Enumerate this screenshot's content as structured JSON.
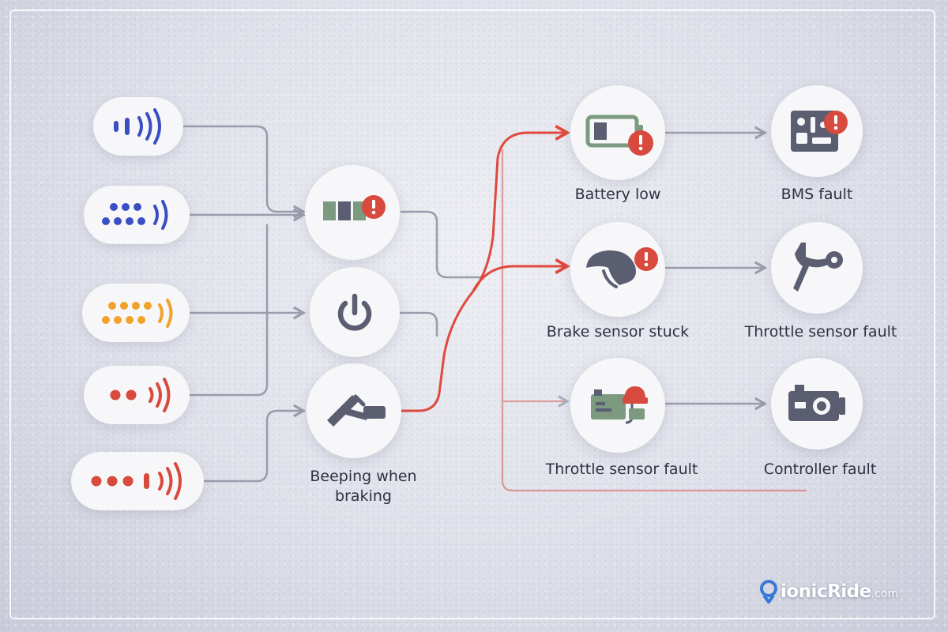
{
  "colors": {
    "blue": "#3a4fc4",
    "orange": "#f0a32a",
    "red": "#d94a3e",
    "gray_icon": "#5a5e70",
    "green_icon": "#7b9a80",
    "wire_gray": "#9a9cac",
    "wire_red": "#e0493d"
  },
  "beep_patterns": [
    {
      "icon": "short-long-beep-icon",
      "color": "#3a4fc4"
    },
    {
      "icon": "multiple-short-beeps-icon",
      "color": "#3a4fc4"
    },
    {
      "icon": "multiple-short-beeps-icon",
      "color": "#f0a32a"
    },
    {
      "icon": "two-short-beeps-icon",
      "color": "#d94a3e"
    },
    {
      "icon": "three-short-one-long-beep-icon",
      "color": "#d94a3e"
    }
  ],
  "mid_nodes": [
    {
      "icon": "battery-warning-icon",
      "label": ""
    },
    {
      "icon": "power-icon",
      "label": ""
    },
    {
      "icon": "brake-lever-icon",
      "label": "Beeping when braking"
    }
  ],
  "faults": [
    {
      "icon": "battery-low-icon",
      "label": "Battery low"
    },
    {
      "icon": "bms-fault-icon",
      "label": "BMS fault"
    },
    {
      "icon": "brake-sensor-icon",
      "label": "Brake sensor stuck"
    },
    {
      "icon": "throttle-wrench-icon",
      "label": "Throttle sensor fault"
    },
    {
      "icon": "throttle-sensor-icon",
      "label": "Throttle sensor fault"
    },
    {
      "icon": "controller-icon",
      "label": "Controller fault"
    }
  ],
  "brand": {
    "name": "ionicRide",
    "domain": ".com",
    "logo_icon": "location-pin-icon"
  }
}
